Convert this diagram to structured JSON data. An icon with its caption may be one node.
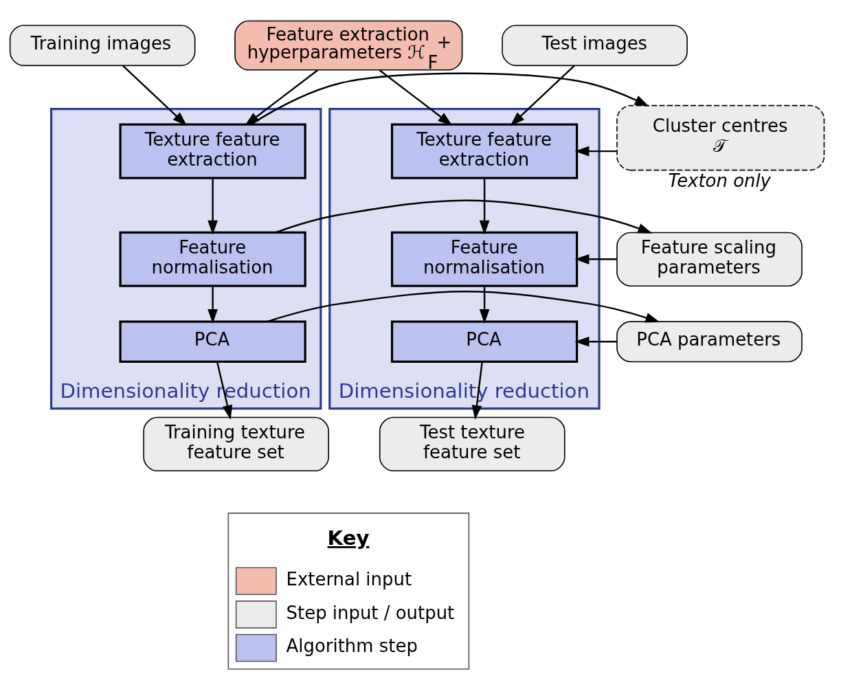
{
  "diagram": {
    "nodes": [
      {
        "text": [
          "Training images"
        ]
      },
      {
        "text": [
          "Test images"
        ]
      },
      {
        "text": [
          "Feature extraction hyperparameters ℋ$_{F}$$^{+}$"
        ]
      },
      {
        "text": [
          "Dimensionality reduction"
        ]
      },
      {
        "text": [
          "Texture feature extraction"
        ],
        "in": 3
      },
      {
        "text": [
          "Feature normalisation"
        ],
        "in": 3
      },
      {
        "text": [
          "PCA"
        ],
        "in": 3
      },
      {
        "text": [
          "Cluster centres 𝒯"
        ],
        "beside": [
          "Texton only"
        ]
      },
      {
        "text": [
          "Feature scaling parameters"
        ]
      },
      {
        "text": [
          "PCA parameters"
        ]
      },
      {
        "text": [
          "Dimensionality reduction"
        ]
      },
      {
        "text": [
          "Texture feature extraction"
        ],
        "in": 10
      },
      {
        "text": [
          "Feature normalisation"
        ],
        "in": 10
      },
      {
        "text": [
          "PCA"
        ],
        "in": 10
      },
      {
        "text": [
          "Training texture feature set"
        ]
      },
      {
        "text": [
          "Test texture feature set"
        ]
      }
    ],
    "edges": [
      {
        "from": 0,
        "to": 4,
        "arrow": "to"
      },
      {
        "from": 2,
        "to": 4,
        "arrow": "to"
      },
      {
        "from": 2,
        "to": 11,
        "arrow": "to"
      },
      {
        "from": 1,
        "to": 11,
        "arrow": "to"
      },
      {
        "from": 4,
        "to": 7,
        "arrow": "to"
      },
      {
        "from": 7,
        "to": 11,
        "arrow": "to"
      },
      {
        "from": 4,
        "to": 5,
        "arrow": "to"
      },
      {
        "from": 5,
        "to": 6,
        "arrow": "to"
      },
      {
        "from": 5,
        "to": 8,
        "arrow": "to"
      },
      {
        "from": 8,
        "to": 12,
        "arrow": "to"
      },
      {
        "from": 6,
        "to": 9,
        "arrow": "to"
      },
      {
        "from": 9,
        "to": 13,
        "arrow": "to"
      },
      {
        "from": 11,
        "to": 12,
        "arrow": "to"
      },
      {
        "from": 12,
        "to": 13,
        "arrow": "to"
      },
      {
        "from": 6,
        "to": 14,
        "arrow": "to"
      },
      {
        "from": 13,
        "to": 15,
        "arrow": "to"
      }
    ],
    "labels": [
      "Key"
    ],
    "legend": [
      {
        "text": "External input",
        "color": "#f2bcae"
      },
      {
        "text": "Step input / output",
        "color": "#ececec"
      },
      {
        "text": "Algorithm step",
        "color": "#bcc2f0"
      }
    ]
  }
}
